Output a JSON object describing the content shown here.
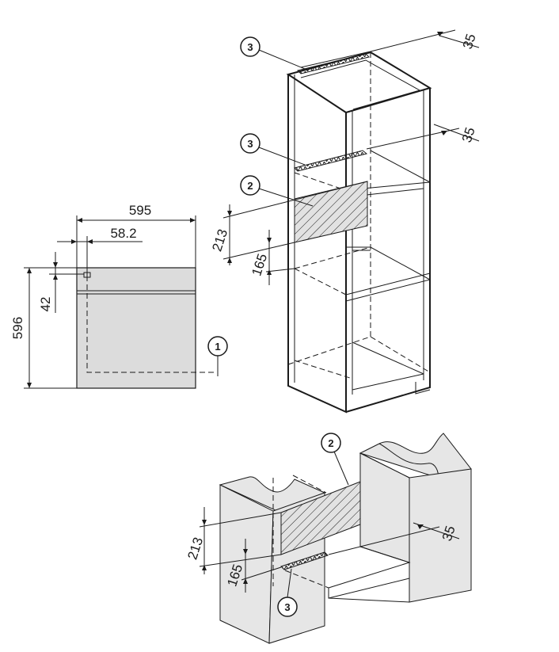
{
  "oven_front": {
    "width_label": "595",
    "height_label": "596",
    "offset_label": "58.2",
    "vertical_offset_label": "42"
  },
  "tall_unit": {
    "clearance_top_label": "35",
    "clearance_mid_label": "35",
    "opening_label": "213",
    "depth_label": "165"
  },
  "base_unit": {
    "clearance_label": "35",
    "opening_label": "213",
    "depth_label": "165"
  },
  "callouts": {
    "c1": "1",
    "c2_tall": "2",
    "c3_tall_top": "3",
    "c3_tall_mid": "3",
    "c2_base": "2",
    "c3_base": "3"
  }
}
